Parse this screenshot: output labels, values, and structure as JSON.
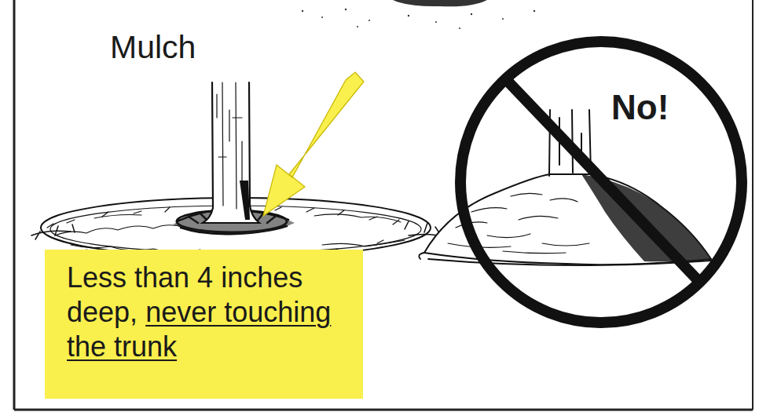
{
  "diagram": {
    "title": "Mulch",
    "nodes": [
      {
        "text": [
          "Less than 4 inches deep,",
          "never touching the trunk"
        ]
      }
    ],
    "labels": [
      "No!"
    ]
  }
}
